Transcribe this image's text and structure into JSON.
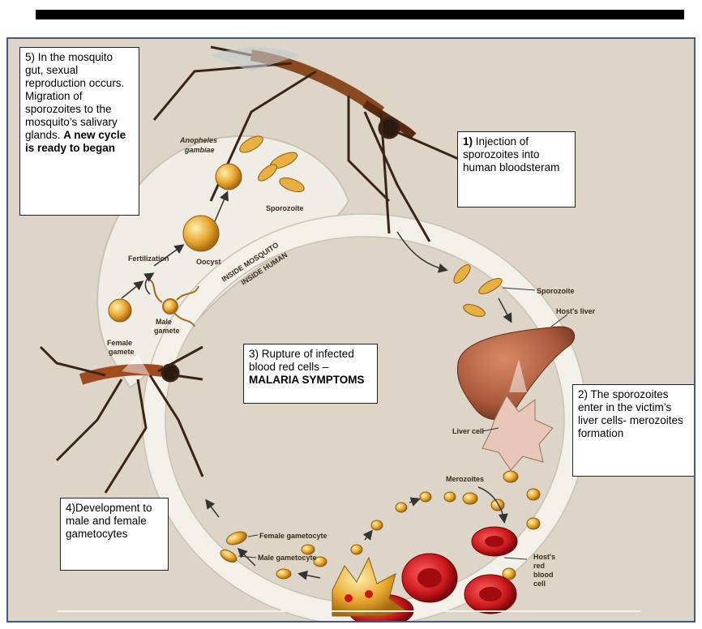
{
  "colors": {
    "background": "#ddd6c8",
    "frame_border": "#3b5b86",
    "cycle_ring": "#f0ede6",
    "sporozoite": "#e6a93a",
    "liver": "#a8583a",
    "red_cell": "#c8181c",
    "gamete": "#e0a030"
  },
  "boxes": {
    "step5": {
      "text": "5) In the mosquito gut, sexual reproduction occurs. Migration of sporozoites to the mosquito’s salivary glands. ",
      "bold": "A new cycle is ready to began"
    },
    "step1": {
      "num": "1)",
      "text": " Injection of sporozoites into human bloodsteram"
    },
    "step3": {
      "text": "3) Rupture of infected blood red cells – ",
      "bold": "MALARIA SYMPTOMS"
    },
    "step2": {
      "text": "2) The sporozoites enter in the victim’s liver cells- merozoites formation"
    },
    "step4": {
      "text": "4)Development to male and female gametocytes"
    }
  },
  "illustration_labels": {
    "species": [
      "Anopheles",
      "gambiae"
    ],
    "sporozoite_top": "Sporozoite",
    "oocyst": "Oocyst",
    "fertilization": "Fertilization",
    "female_gamete": [
      "Female",
      "gamete"
    ],
    "male_gamete": [
      "Male",
      "gamete"
    ],
    "inside_mosquito": "INSIDE MOSQUITO",
    "inside_human": "INSIDE HUMAN",
    "sporozoite_right": "Sporozoite",
    "hosts_liver": "Host's liver",
    "liver_cell": "Liver cell",
    "merozoites": "Merozoites",
    "hosts_red_blood_cell": [
      "Host's",
      "red",
      "blood",
      "cell"
    ],
    "female_gametocyte": "Female gametocyte",
    "male_gametocyte": "Male gametocyte"
  }
}
